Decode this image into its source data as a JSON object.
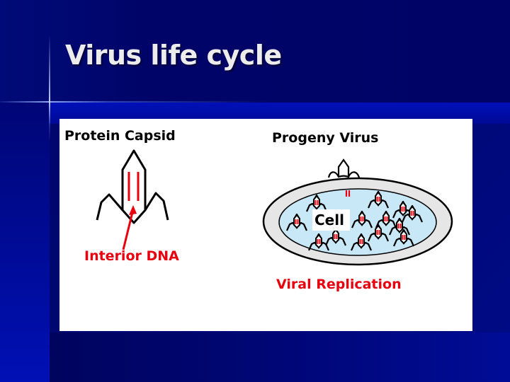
{
  "slide": {
    "title": "Virus life cycle"
  },
  "diagram": {
    "left_label_top": "Protein Capsid",
    "left_label_bottom": "Interior DNA",
    "right_label_top": "Progeny Virus",
    "cell_label": "Cell",
    "right_label_bottom": "Viral Replication"
  },
  "colors": {
    "background": "#000a8c",
    "title_text": "#ececec",
    "panel": "#ffffff",
    "dna_red": "#e8000e",
    "cell_outer": "#e6e6e6",
    "cell_inner": "#c8e8f8"
  }
}
